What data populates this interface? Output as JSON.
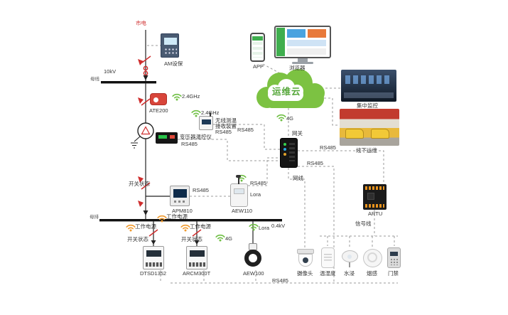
{
  "colors": {
    "accent_red": "#cf2e2e",
    "cloud_green": "#7cc242",
    "wifi_green": "#6fbf44",
    "power_orange": "#f09a2e",
    "dashed_gray": "#9b9b9b"
  },
  "feeder": {
    "mains": "市电",
    "voltage_top": "10kV",
    "busbar_top": "母线",
    "relay": "AM设保",
    "ate200": "ATE200",
    "freq_1": "2.4GHz",
    "freq_2": "2.4GHz",
    "receiver_line1": "无线测温",
    "receiver_line2": "接收装置",
    "receiver_line3": "RS485",
    "receiver_rs485": "RS485",
    "temp_controller": "变压器温控仪",
    "temp_controller_rs485": "RS485",
    "switch_state": "开关状态"
  },
  "metering": {
    "apm810": "APM810",
    "apm_rs485": "RS485",
    "aew110": "AEW110",
    "aew110_rs485": "RS485",
    "aew110_lora": "Lora",
    "power_supply": "工作电源"
  },
  "cloud": {
    "label": "运维云"
  },
  "remote": {
    "app": "APP",
    "browser": "浏览器",
    "photo_monitoring": "集中监控",
    "photo_field": "线下运维"
  },
  "gateway": {
    "label": "网关",
    "net_4g": "4G",
    "lan": "网线",
    "rs485_upper": "RS485",
    "rs485_lower": "RS485"
  },
  "rtu": {
    "artu": "ARTU",
    "signal_line": "信号线"
  },
  "lv": {
    "busbar_bottom": "母排",
    "voltage_bottom": "0.4kV",
    "power_supply_1": "工作电源",
    "power_supply_2": "工作电源",
    "switch_state_1": "开关状态",
    "switch_state_2": "开关状态",
    "net_4g": "4G",
    "lora": "Lora",
    "dtsd1352": "DTSD1352",
    "arcm300t": "ARCM300T",
    "aew100": "AEW100",
    "camera": "摄像头",
    "temp_humidity": "温湿度",
    "water": "水浸",
    "smoke": "烟感",
    "door": "门禁",
    "rs485_bus": "RS485"
  }
}
